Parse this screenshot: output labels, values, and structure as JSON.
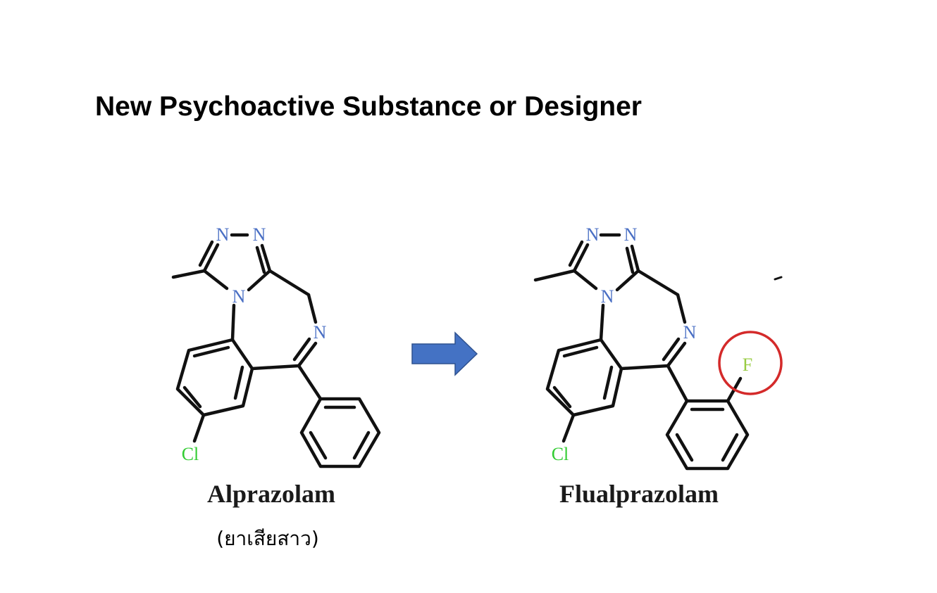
{
  "slide": {
    "title": "New Psychoactive Substance or Designer"
  },
  "molecules": [
    {
      "name": "Alprazolam",
      "note": "(ยาเสียสาว)",
      "atoms": {
        "n_top_left": "N",
        "n_top_right": "N",
        "n_fused": "N",
        "n_imine": "N",
        "halogen_ring": "Cl"
      }
    },
    {
      "name": "Flualprazolam",
      "atoms": {
        "n_top_left": "N",
        "n_top_right": "N",
        "n_fused": "N",
        "n_imine": "N",
        "halogen_ring": "Cl",
        "halogen_phenyl": "F"
      }
    }
  ],
  "colors": {
    "nitrogen": "#4a6fc4",
    "chlorine": "#33cc33",
    "fluorine": "#99cc44",
    "highlight_circle": "#d42a2a",
    "arrow_fill": "#4472c4",
    "arrow_stroke": "#2f528f",
    "bond": "#111111"
  }
}
